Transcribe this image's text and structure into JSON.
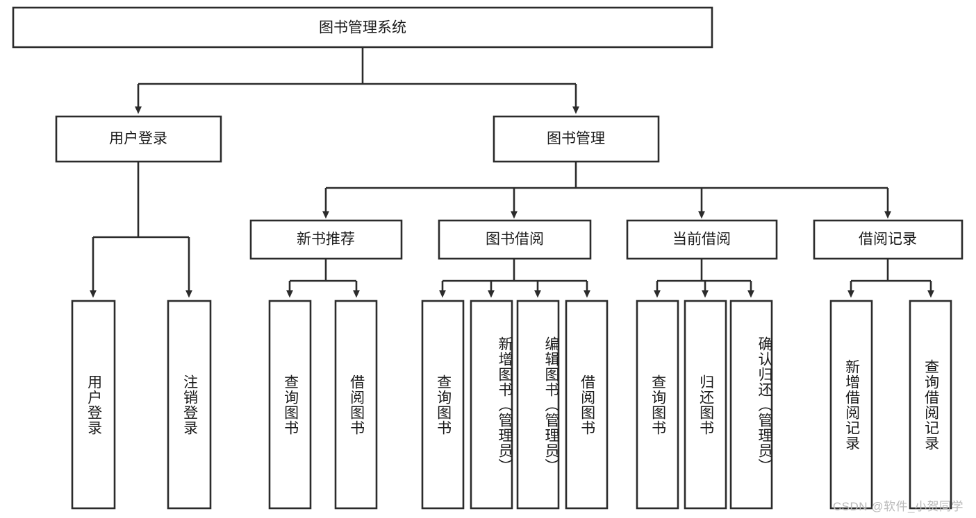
{
  "diagram": {
    "title": "图书管理系统",
    "orientation": "top-down-tree",
    "watermark": "CSDN @软件_小贺同学",
    "colors": {
      "background": "#ffffff",
      "node_fill": "#ffffff",
      "node_stroke": "#2b2b2b",
      "text": "#1a1a1a",
      "watermark": "#b9b9b9"
    },
    "levels": {
      "root": "图书管理系统",
      "level2": [
        "用户登录",
        "图书管理"
      ],
      "level3": [
        "新书推荐",
        "图书借阅",
        "当前借阅",
        "借阅记录"
      ],
      "level4_groups": [
        {
          "parent": "用户登录",
          "children": [
            "用户登录",
            "注销登录"
          ]
        },
        {
          "parent": "新书推荐",
          "children": [
            "查询图书",
            "借阅图书"
          ]
        },
        {
          "parent": "图书借阅",
          "children": [
            "查询图书",
            "新增图书（管理员）",
            "编辑图书（管理员）",
            "借阅图书"
          ]
        },
        {
          "parent": "当前借阅",
          "children": [
            "查询图书",
            "归还图书",
            "确认归还（管理员）"
          ]
        },
        {
          "parent": "借阅记录",
          "children": [
            "新增借阅记录",
            "查询借阅记录"
          ]
        }
      ]
    },
    "nodes": {
      "root": {
        "label": "图书管理系统"
      },
      "user_login": {
        "label": "用户登录"
      },
      "book_manage": {
        "label": "图书管理"
      },
      "new_book_rec": {
        "label": "新书推荐"
      },
      "book_borrow": {
        "label": "图书借阅"
      },
      "current_borrow": {
        "label": "当前借阅"
      },
      "borrow_record": {
        "label": "借阅记录"
      },
      "leaf_user_login": {
        "label": "用户登录"
      },
      "leaf_logout": {
        "label": "注销登录"
      },
      "leaf_query_book_a": {
        "label": "查询图书"
      },
      "leaf_borrow_book_a": {
        "label": "借阅图书"
      },
      "leaf_query_book_b": {
        "label": "查询图书"
      },
      "leaf_add_book": {
        "label": "新增图书（管理员）"
      },
      "leaf_edit_book": {
        "label": "编辑图书（管理员）"
      },
      "leaf_borrow_book_b": {
        "label": "借阅图书"
      },
      "leaf_query_book_c": {
        "label": "查询图书"
      },
      "leaf_return_book": {
        "label": "归还图书"
      },
      "leaf_confirm_return": {
        "label": "确认归还（管理员）"
      },
      "leaf_add_record": {
        "label": "新增借阅记录"
      },
      "leaf_query_record": {
        "label": "查询借阅记录"
      }
    }
  }
}
